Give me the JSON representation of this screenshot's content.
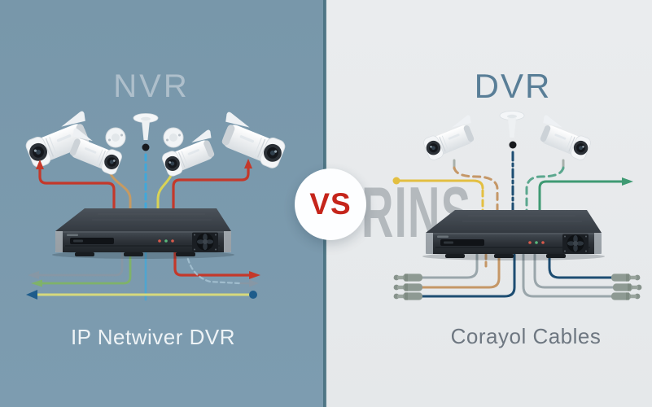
{
  "comparison": {
    "left_panel": {
      "title": "NVR",
      "caption": "IP Netwiver DVR",
      "camera_count": 4
    },
    "right_panel": {
      "title": "DVR",
      "caption": "Corayol Cables",
      "camera_count": 2,
      "watermark": "RINS"
    },
    "vs_badge": {
      "label": "VS"
    }
  },
  "colors": {
    "left-bg-top": "#7897aa",
    "left-bg-bot": "#7d9cb0",
    "right-bg-top": "#eaecee",
    "right-bg-bot": "#e5e8ea",
    "divider": "#48707f",
    "title-left": "#aebfcb",
    "title-right": "#597e97",
    "caption-left": "#eef3f6",
    "caption-right": "#6e7781",
    "badge-red": "#c5251b",
    "badge-bg": "#fdfeff",
    "watermark-color": "rgba(128,136,142,0.5)",
    "cable-red": "#c4382a",
    "cable-tan": "#c69a62",
    "cable-yellow": "#d9d355",
    "cable-lightblue": "#41a8da",
    "cable-gray": "#8797a5",
    "cable-green": "#7fb26a",
    "cable-pale": "#d6d97c",
    "cable-navy": "#1e5c8b",
    "r-yellow": "#e3bf41",
    "r-tan": "#c59767",
    "r-navy": "#1d4d72",
    "r-teal": "#5ba78e",
    "r-green": "#3f9a73",
    "r-gray": "#9aa6ab",
    "connector": "#8e9a93"
  }
}
